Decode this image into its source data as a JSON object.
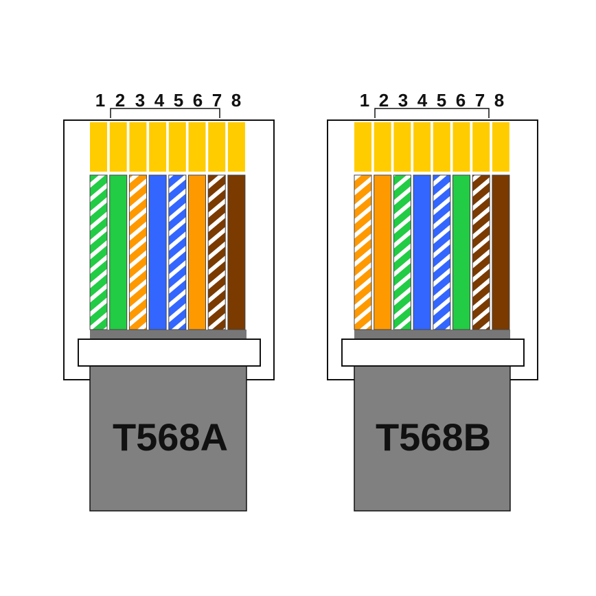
{
  "colors": {
    "white": "#ffffff",
    "outline": "#111111",
    "contact": "#ffcc00",
    "green": "#22cc44",
    "orange": "#ff9900",
    "blue": "#3366ff",
    "brown": "#7a3a00",
    "jacket": "#808080",
    "wire_base": "#777777"
  },
  "connectors": [
    {
      "id": "t568a",
      "label": "T568A",
      "pin_numbers": [
        "1",
        "2",
        "3",
        "4",
        "5",
        "6",
        "7",
        "8"
      ],
      "wires": [
        {
          "pin": 1,
          "color": "green",
          "striped": true
        },
        {
          "pin": 2,
          "color": "green",
          "striped": false
        },
        {
          "pin": 3,
          "color": "orange",
          "striped": true
        },
        {
          "pin": 4,
          "color": "blue",
          "striped": false
        },
        {
          "pin": 5,
          "color": "blue",
          "striped": true
        },
        {
          "pin": 6,
          "color": "orange",
          "striped": false
        },
        {
          "pin": 7,
          "color": "brown",
          "striped": true
        },
        {
          "pin": 8,
          "color": "brown",
          "striped": false
        }
      ]
    },
    {
      "id": "t568b",
      "label": "T568B",
      "pin_numbers": [
        "1",
        "2",
        "3",
        "4",
        "5",
        "6",
        "7",
        "8"
      ],
      "wires": [
        {
          "pin": 1,
          "color": "orange",
          "striped": true
        },
        {
          "pin": 2,
          "color": "orange",
          "striped": false
        },
        {
          "pin": 3,
          "color": "green",
          "striped": true
        },
        {
          "pin": 4,
          "color": "blue",
          "striped": false
        },
        {
          "pin": 5,
          "color": "blue",
          "striped": true
        },
        {
          "pin": 6,
          "color": "green",
          "striped": false
        },
        {
          "pin": 7,
          "color": "brown",
          "striped": true
        },
        {
          "pin": 8,
          "color": "brown",
          "striped": false
        }
      ]
    }
  ]
}
